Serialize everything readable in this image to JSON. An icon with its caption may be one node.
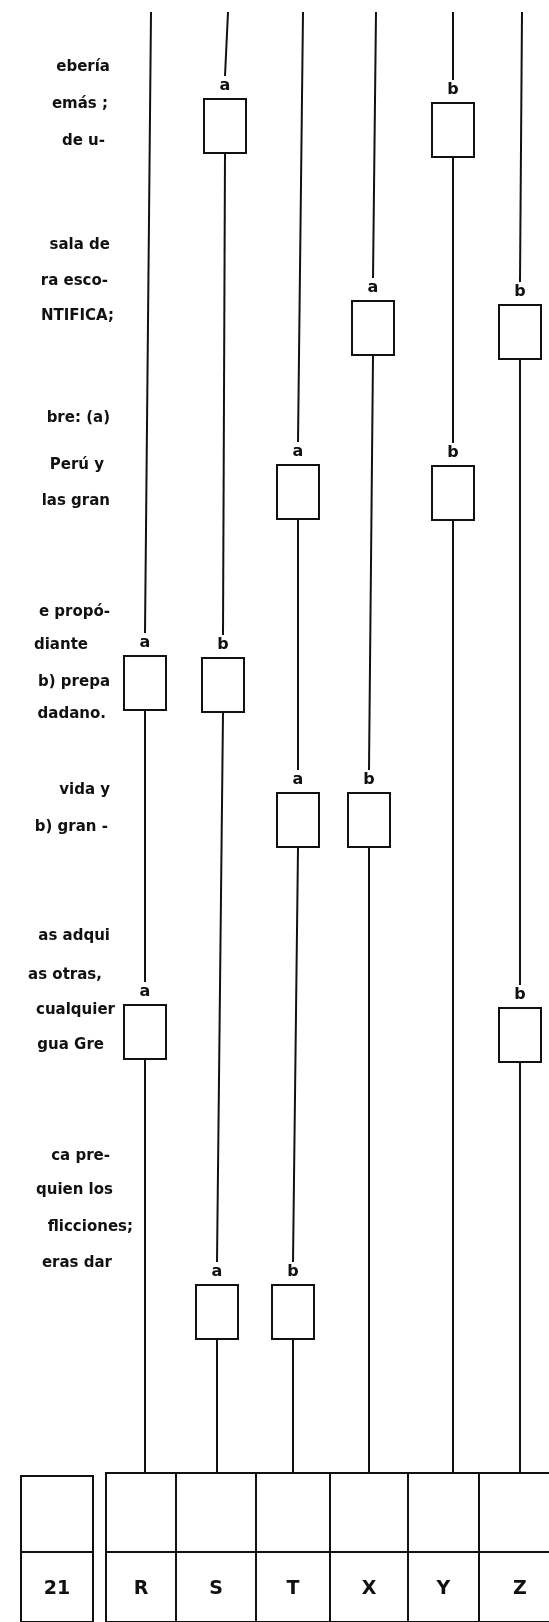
{
  "diagram": {
    "nodes": [
      {
        "text": [
          "a"
        ]
      },
      {
        "text": [
          "b"
        ]
      },
      {
        "text": [
          "a"
        ]
      },
      {
        "text": [
          "b"
        ]
      },
      {
        "text": [
          "a"
        ]
      },
      {
        "text": [
          "b"
        ]
      },
      {
        "text": [
          "a"
        ]
      },
      {
        "text": [
          "b"
        ]
      },
      {
        "text": [
          "a"
        ]
      },
      {
        "text": [
          "b"
        ]
      },
      {
        "text": [
          "a"
        ]
      },
      {
        "text": [
          "b"
        ]
      },
      {
        "text": [
          "a"
        ]
      },
      {
        "text": [
          "b"
        ]
      },
      {
        "text": [],
        "shape": "box"
      },
      {
        "text": [],
        "shape": "box"
      },
      {
        "text": [],
        "shape": "box"
      },
      {
        "text": [],
        "shape": "box"
      },
      {
        "text": [],
        "shape": "box"
      },
      {
        "text": [],
        "shape": "box"
      },
      {
        "text": [],
        "shape": "box"
      },
      {
        "text": [
          "21"
        ]
      },
      {
        "text": [
          "R"
        ]
      },
      {
        "text": [
          "S"
        ]
      },
      {
        "text": [
          "T"
        ]
      },
      {
        "text": [
          "X"
        ]
      },
      {
        "text": [
          "Y"
        ]
      },
      {
        "text": [
          "Z"
        ]
      }
    ],
    "edges": [
      {
        "from": null,
        "to": 6,
        "arrow": "none"
      },
      {
        "from": 6,
        "to": 10,
        "arrow": "none"
      },
      {
        "from": 10,
        "to": 15,
        "arrow": "none"
      },
      {
        "from": null,
        "to": 0,
        "arrow": "none"
      },
      {
        "from": 0,
        "to": 7,
        "arrow": "none"
      },
      {
        "from": 7,
        "to": 12,
        "arrow": "none"
      },
      {
        "from": 12,
        "to": 16,
        "arrow": "none"
      },
      {
        "from": null,
        "to": 4,
        "arrow": "none"
      },
      {
        "from": 4,
        "to": 8,
        "arrow": "none"
      },
      {
        "from": 8,
        "to": 13,
        "arrow": "none"
      },
      {
        "from": 13,
        "to": 17,
        "arrow": "none"
      },
      {
        "from": null,
        "to": 2,
        "arrow": "none"
      },
      {
        "from": 2,
        "to": 9,
        "arrow": "none"
      },
      {
        "from": 9,
        "to": 18,
        "arrow": "none"
      },
      {
        "from": null,
        "to": 1,
        "arrow": "none"
      },
      {
        "from": 1,
        "to": 5,
        "arrow": "none"
      },
      {
        "from": 5,
        "to": 19,
        "arrow": "none"
      },
      {
        "from": null,
        "to": 3,
        "arrow": "none"
      },
      {
        "from": 3,
        "to": 11,
        "arrow": "none"
      },
      {
        "from": 11,
        "to": 20,
        "arrow": "none"
      }
    ],
    "labels": [
      "ebería",
      "emás ;",
      "de u-",
      "sala de",
      "ra esco-",
      "NTIFICA;",
      "bre: (a)",
      "Perú y",
      "las gran",
      "e propó-",
      "diante",
      "b) prepa",
      "dadano.",
      "vida y",
      "b) gran -",
      "as adqui",
      "as otras,",
      "cualquier",
      "gua Gre",
      "ca pre-",
      "quien los",
      "flicciones;",
      "eras dar"
    ]
  }
}
